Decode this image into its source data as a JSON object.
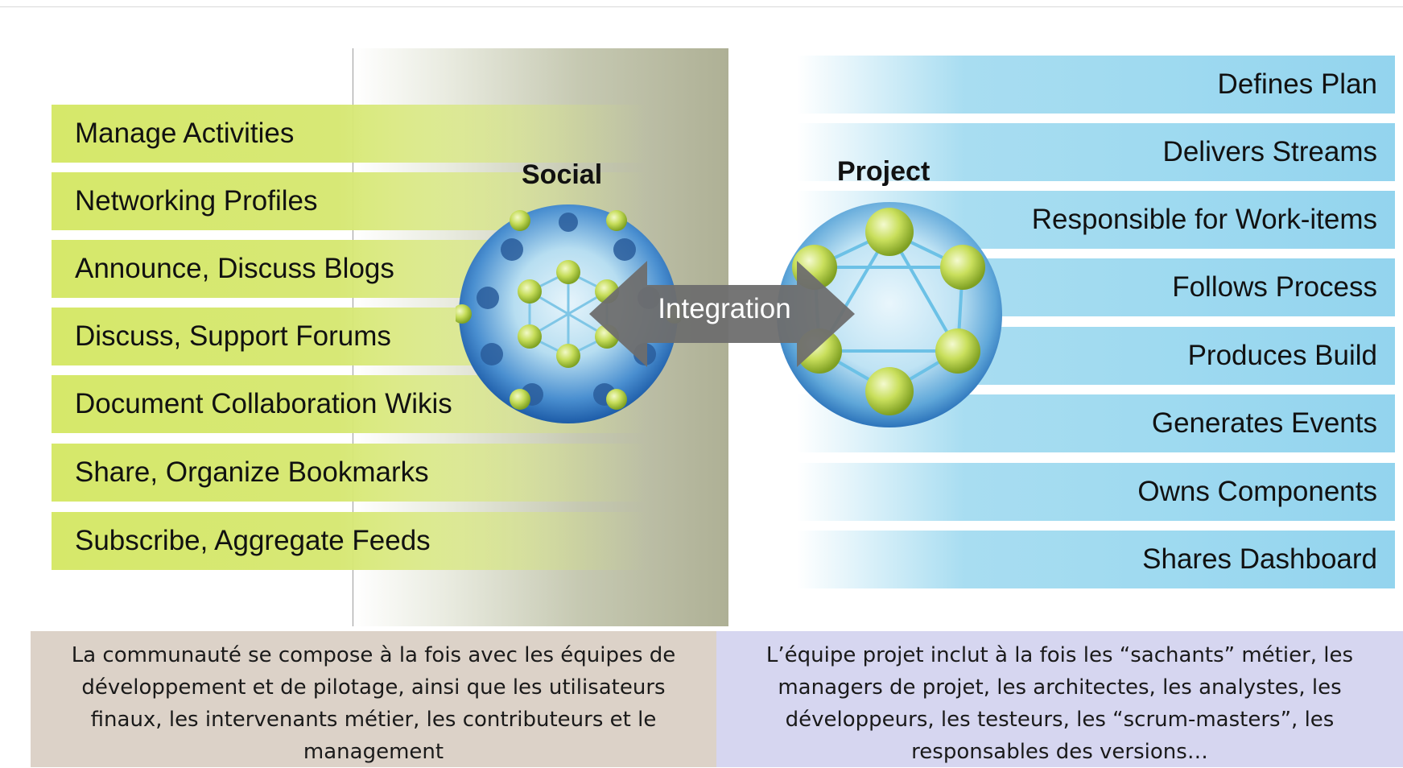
{
  "social": {
    "label": "Social",
    "items": [
      "Manage Activities",
      "Networking Profiles",
      "Announce, Discuss Blogs",
      "Discuss, Support Forums",
      "Document Collaboration Wikis",
      "Share, Organize Bookmarks",
      "Subscribe, Aggregate Feeds"
    ]
  },
  "project": {
    "label": "Project",
    "items": [
      "Defines Plan",
      "Delivers Streams",
      "Responsible for Work-items",
      "Follows Process",
      "Produces Build",
      "Generates Events",
      "Owns Components",
      "Shares Dashboard"
    ]
  },
  "integration": {
    "label": "Integration"
  },
  "captions": {
    "left": "La communauté se compose à la fois avec les équipes de développement et de pilotage, ainsi que les utilisateurs finaux, les intervenants métier, les contributeurs et le management",
    "right": "L’équipe projet inclut à la fois les “sachants” métier, les managers de projet, les architectes, les analystes, les développeurs, les testeurs, les “scrum-masters”, les responsables des versions…"
  },
  "colors": {
    "social_bar": "#d6e86a",
    "project_bar": "#9fdaf0",
    "social_panel": "#aeb095",
    "arrow": "#6e6e6e",
    "left_caption_bg": "#dcd2c8",
    "right_caption_bg": "#d6d6f0"
  },
  "icons": [
    "social-network-globe-icon",
    "project-network-globe-icon",
    "integration-double-arrow-icon"
  ]
}
